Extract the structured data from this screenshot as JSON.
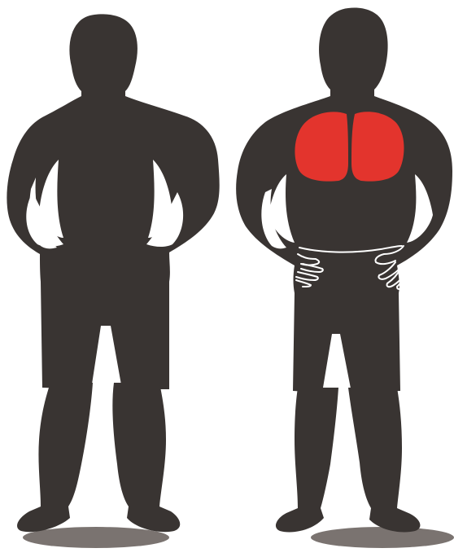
{
  "colors": {
    "background": "#ffffff",
    "silhouette": "#393432",
    "ground_shadow": "#7a7370",
    "muscle_highlight": "#e3342d",
    "outline": "#ffffff"
  },
  "figures": [
    {
      "id": "front-figure",
      "view": "front",
      "highlighted_muscle": ""
    },
    {
      "id": "back-figure",
      "view": "back",
      "highlighted_muscle": "upper-back"
    }
  ]
}
